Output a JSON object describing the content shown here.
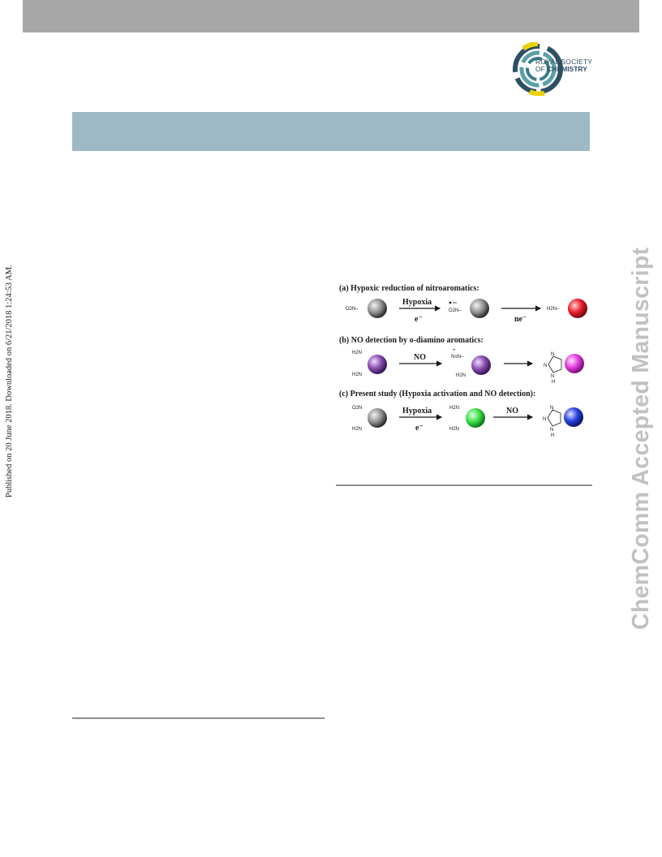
{
  "publisher_logo": {
    "line1": "ROYAL SOCIETY",
    "line2_prefix": "OF ",
    "line2_bold": "CHEMISTRY",
    "ring_colors": [
      "#2d4f63",
      "#3b7a8a",
      "#5aa0a8",
      "#e8d300"
    ]
  },
  "side_stamp": "Published on 20 June 2018. Downloaded on 6/21/2018 1:24:53 AM.",
  "watermark": "ChemComm Accepted Manuscript",
  "scheme": {
    "panel_a": {
      "title": "(a) Hypoxic reduction of nitroaromatics:",
      "start_label": "O2N–",
      "arrow1_top": "Hypoxia",
      "arrow1_bottom": "e⁻",
      "intermediate_label": "O2N–",
      "arrow2_bottom": "ne⁻",
      "product_label": "H2N–"
    },
    "panel_b": {
      "title": "(b) NO detection by o-diamino aromatics:",
      "start_label_top": "H2N",
      "start_label_bottom": "H2N",
      "arrow1_top": "NO",
      "intermediate_label_top": "N≡N–",
      "intermediate_label_bottom": "H2N",
      "product_label": "N",
      "product_label_h": "H"
    },
    "panel_c": {
      "title": "(c) Present study (Hypoxia activation and NO detection):",
      "start_label_top": "O2N",
      "start_label_bottom": "H2N",
      "arrow1_top": "Hypoxia",
      "arrow1_bottom": "e⁻",
      "intermediate_label_top": "H2N",
      "intermediate_label_bottom": "H2N",
      "arrow2_top": "NO",
      "product_label": "N",
      "product_label_h": "H"
    },
    "sphere_colors": {
      "grey": "#8a8a8a",
      "red": "#e8202a",
      "purple": "#8a4fb0",
      "magenta": "#e23ee0",
      "green": "#3ee04a",
      "blue": "#2c44e0"
    }
  }
}
